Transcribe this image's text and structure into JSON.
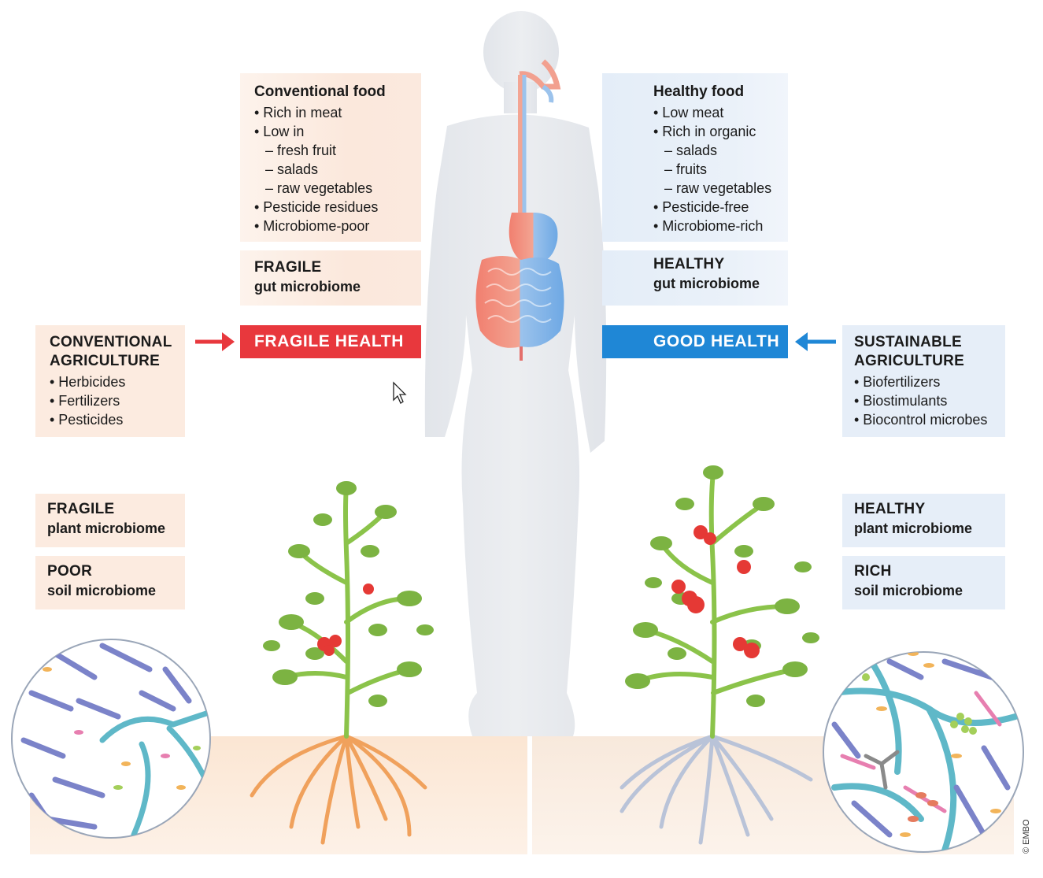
{
  "conventional_food": {
    "title": "Conventional food",
    "items": [
      "• Rich in meat",
      "• Low in",
      "– fresh fruit",
      "– salads",
      "– raw vegetables",
      "• Pesticide residues",
      "• Microbiome-poor"
    ]
  },
  "healthy_food": {
    "title": "Healthy food",
    "items": [
      "• Low meat",
      "• Rich in organic",
      "– salads",
      "– fruits",
      "– raw vegetables",
      "• Pesticide-free",
      "• Microbiome-rich"
    ]
  },
  "fragile_gut": {
    "title": "FRAGILE",
    "subtitle": "gut microbiome"
  },
  "healthy_gut": {
    "title": "HEALTHY",
    "subtitle": "gut microbiome"
  },
  "fragile_health": {
    "label": "FRAGILE HEALTH"
  },
  "good_health": {
    "label": "GOOD HEALTH"
  },
  "conventional_agriculture": {
    "title_line1": "CONVENTIONAL",
    "title_line2": "AGRICULTURE",
    "items": [
      "• Herbicides",
      "• Fertilizers",
      "• Pesticides"
    ]
  },
  "sustainable_agriculture": {
    "title_line1": "SUSTAINABLE",
    "title_line2": "AGRICULTURE",
    "items": [
      "• Biofertilizers",
      "• Biostimulants",
      "• Biocontrol microbes"
    ]
  },
  "fragile_plant": {
    "title": "FRAGILE",
    "subtitle": "plant microbiome"
  },
  "poor_soil": {
    "title": "POOR",
    "subtitle": "soil microbiome"
  },
  "healthy_plant": {
    "title": "HEALTHY",
    "subtitle": "plant microbiome"
  },
  "rich_soil": {
    "title": "RICH",
    "subtitle": "soil microbiome"
  },
  "credit": "© EMBO",
  "colors": {
    "red_accent": "#e8383d",
    "blue_accent": "#1f87d6",
    "warm_panel": "#fcebe0",
    "cool_panel": "#e6eef8",
    "leaf_green": "#7cb342",
    "tomato_red": "#e53935"
  }
}
